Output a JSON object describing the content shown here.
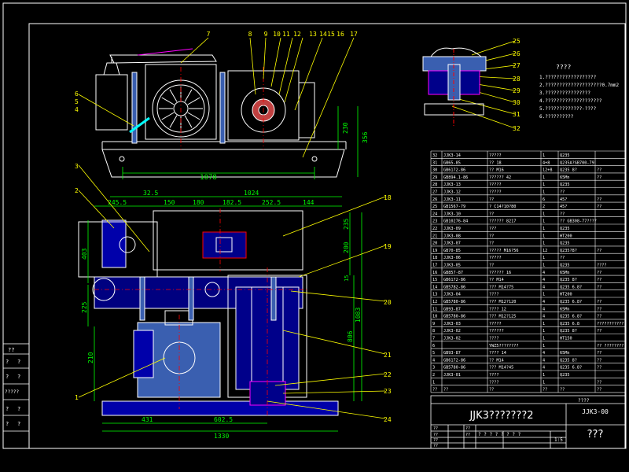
{
  "colors": {
    "background": "#000000",
    "outline": "#ffffff",
    "leader": "#ffff00",
    "dimension": "#00ff00",
    "centerline": "#ff0000",
    "hatch": "#ff00ff",
    "fill_blue": "#0000cc",
    "fill_steel": "#3a5fb0",
    "cyan": "#00ffff"
  },
  "balloons_top": [
    "7",
    "8",
    "9",
    "10",
    "11",
    "12",
    "13",
    "14",
    "15",
    "16",
    "17"
  ],
  "balloons_left": [
    "6",
    "5",
    "4",
    "3",
    "2",
    "1"
  ],
  "balloons_right": [
    "18",
    "19",
    "20",
    "21",
    "22",
    "23",
    "24"
  ],
  "balloons_detail": [
    "25",
    "26",
    "27",
    "28",
    "29",
    "30",
    "31",
    "32"
  ],
  "dims": {
    "top_height_a": "230",
    "top_height_b": "356",
    "top_width": "1078",
    "row_a_left": "32.5",
    "row_a_right": "1024",
    "row_b": [
      "245.5",
      "150",
      "180",
      "182.5",
      "252.5",
      "144"
    ],
    "left_403": "403",
    "left_225": "225",
    "left_210": "210",
    "right_200": "200",
    "right_15": "15",
    "right_1083": "1083",
    "right_235": "235",
    "right_806": "806",
    "bottom_431": "431",
    "bottom_602": "602.5",
    "bottom_1330": "1330"
  },
  "notes": {
    "heading": "????",
    "lines": [
      "1.??????????????????",
      "2.????????????????????0.7mm2",
      "3.????????????????",
      "4.????????????????????",
      "5.?????????????-????",
      "6.??????????"
    ]
  },
  "parts_header": [
    "??",
    "??",
    "??",
    "??",
    "??",
    "??"
  ],
  "parts": [
    [
      "32",
      "JJK3-14",
      "?????",
      "1",
      "Q235",
      ""
    ],
    [
      "31",
      "GB65-85",
      "??  18",
      "4+8",
      "Q235A?GB700-79",
      ""
    ],
    [
      "30",
      "GB6172-86",
      "??  M16",
      "12+8",
      "Q235  8?",
      "??"
    ],
    [
      "29",
      "GB894.1-86",
      "??????  42",
      "1",
      "65Mn",
      "??"
    ],
    [
      "28",
      "JJK3-13",
      "?????",
      "1",
      "Q235",
      ""
    ],
    [
      "27",
      "JJK3-12",
      "?????",
      "1",
      "??",
      ""
    ],
    [
      "26",
      "JJK3-11",
      "??",
      "6",
      "45?",
      "??"
    ],
    [
      "25",
      "GB1567-79",
      "?  C14?10?80",
      "2",
      "45?",
      "??"
    ],
    [
      "24",
      "JJK3-10",
      "??",
      "1",
      "??",
      ""
    ],
    [
      "23",
      "GB10276-84",
      "??????  8217",
      "1",
      "?? GB308-77????",
      ""
    ],
    [
      "22",
      "JJK3-09",
      "???",
      "1",
      "Q235",
      ""
    ],
    [
      "21",
      "JJK3-08",
      "??",
      "1",
      "HT200",
      ""
    ],
    [
      "20",
      "JJK3-07",
      "??",
      "1",
      "Q235",
      ""
    ],
    [
      "19",
      "GB70-85",
      "?????  M16?56",
      "12",
      "Q235?8?",
      "??"
    ],
    [
      "18",
      "JJK3-06",
      "?????",
      "1",
      "??",
      ""
    ],
    [
      "17",
      "JJK3-05",
      "??",
      "1",
      "Q235",
      "????"
    ],
    [
      "16",
      "GB857-87",
      "??????  16",
      "4",
      "65Mn",
      "??"
    ],
    [
      "15",
      "GB6172-86",
      "??  M14",
      "4",
      "Q235  8?",
      "??"
    ],
    [
      "14",
      "GB5782-86",
      "???  M14?75",
      "4",
      "Q235  6.8?",
      "??"
    ],
    [
      "13",
      "JJK3-04",
      "????",
      "1",
      "HT200",
      ""
    ],
    [
      "12",
      "GB5780-86",
      "???  M12?120",
      "4",
      "Q235  6.8?",
      "??"
    ],
    [
      "11",
      "GB93-87",
      "????  12",
      "4",
      "65Mn",
      "??"
    ],
    [
      "10",
      "GB5780-86",
      "???  M12?125",
      "4",
      "Q235  6.8?",
      "??"
    ],
    [
      "9",
      "JJK3-03",
      "?????",
      "1",
      "Q235  6.8",
      "???????????"
    ],
    [
      "8",
      "JJK3-02",
      "??????",
      "1",
      "Q235  8?",
      "??"
    ],
    [
      "7",
      "JJK3-02",
      "????",
      "1",
      "HT150",
      ""
    ],
    [
      "6",
      "",
      "YWZ5????????",
      "1",
      "",
      "?? ????????"
    ],
    [
      "5",
      "GB93-87",
      "????  14",
      "4",
      "65Mn",
      "??"
    ],
    [
      "4",
      "GB6172-86",
      "??  M14",
      "4",
      "Q235  8?",
      "??"
    ],
    [
      "3",
      "GB5780-86",
      "???  M14?45",
      "4",
      "Q235  6.8?",
      "??"
    ],
    [
      "2",
      "JJK3-01",
      "????",
      "1",
      "Q235",
      ""
    ],
    [
      "1",
      "",
      "????",
      "1",
      "",
      "??"
    ]
  ],
  "title_block": {
    "drawing_name": "JJK3???????2",
    "drawing_code": "JJK3-00",
    "company": "???",
    "stage_labels": "? ? ? ? ? ? ? ?",
    "scale": "1:5",
    "sheet_sign": "????",
    "designer_label": "??",
    "checker_label": "??",
    "approver_label": "??",
    "process_label": "??",
    "standard_label": "??",
    "date_label": "??"
  },
  "revision_block": {
    "row1": "??",
    "row2a": "?",
    "row2b": "?",
    "row3a": "?",
    "row3b": "?",
    "row4": "?????",
    "row5a": "?",
    "row5b": "?",
    "row6a": "?",
    "row6b": "?"
  }
}
